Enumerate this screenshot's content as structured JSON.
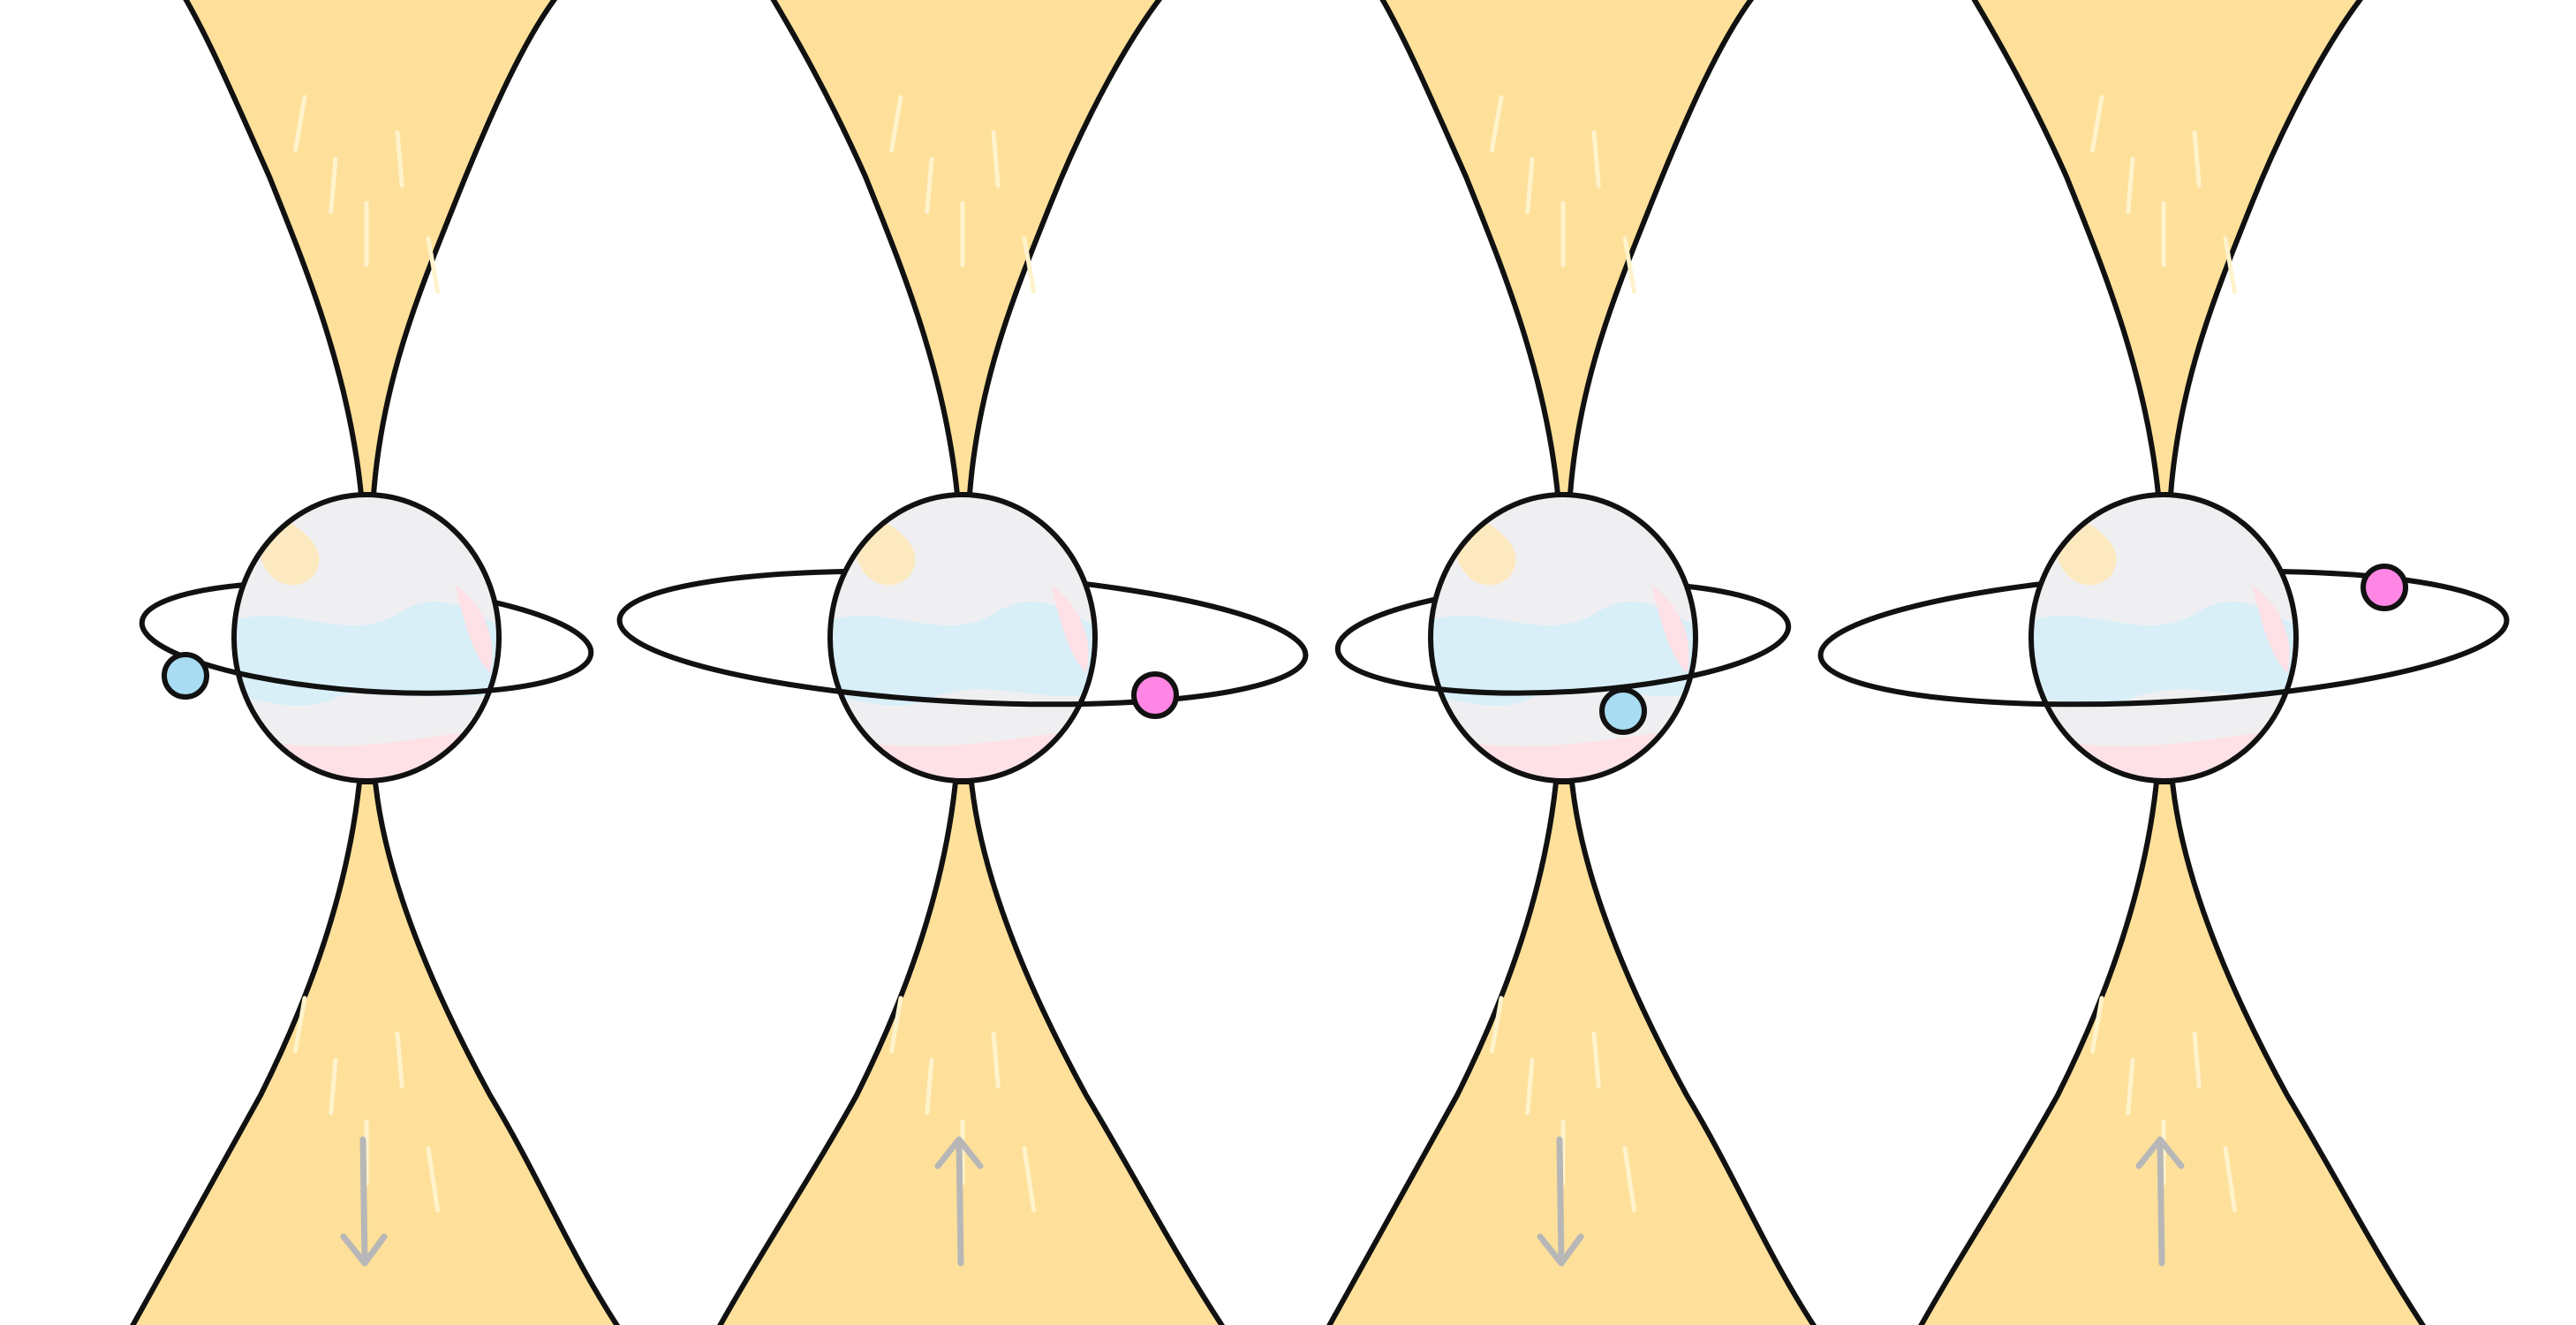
{
  "figure": {
    "panel_count": 4,
    "colors": {
      "beam": "#fee09a",
      "beam_streak": "#fff3cc",
      "outline": "#111111",
      "star_gray": "#efeff1",
      "star_blue": "#d8eff8",
      "star_pink": "#fde1e6",
      "star_yellow": "#fde9bf",
      "arrow": "#b7b7b7"
    },
    "panels": [
      {
        "orbiter": "blue",
        "orbiter_color": "#a8dcf2",
        "arrow": "down",
        "arrow_icon": "arrow-down-icon"
      },
      {
        "orbiter": "pink",
        "orbiter_color": "#ff86e4",
        "arrow": "up",
        "arrow_icon": "arrow-up-icon"
      },
      {
        "orbiter": "blue",
        "orbiter_color": "#a8dcf2",
        "arrow": "down",
        "arrow_icon": "arrow-down-icon"
      },
      {
        "orbiter": "pink",
        "orbiter_color": "#ff86e4",
        "arrow": "up",
        "arrow_icon": "arrow-up-icon"
      }
    ]
  }
}
